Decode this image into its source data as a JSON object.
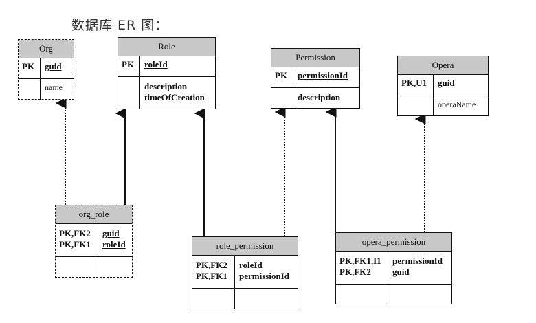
{
  "title": "数据库 ER 图：",
  "entities": {
    "org": {
      "name": "Org",
      "key_label": "PK",
      "key_field": "guid",
      "attr": "name"
    },
    "role": {
      "name": "Role",
      "key_label": "PK",
      "key_field": "roleId",
      "attr1": "description",
      "attr2": "timeOfCreation"
    },
    "permission": {
      "name": "Permission",
      "key_label": "PK",
      "key_field": "permissionId",
      "attr": "description"
    },
    "opera": {
      "name": "Opera",
      "key_label": "PK,U1",
      "key_field": "guid",
      "attr": "operaName"
    },
    "org_role": {
      "name": "org_role",
      "key_label1": "PK,FK2",
      "key_label2": "PK,FK1",
      "field1": "guid",
      "field2": "roleId"
    },
    "role_permission": {
      "name": "role_permission",
      "key_label1": "PK,FK2",
      "key_label2": "PK,FK1",
      "field1": "roleId",
      "field2": "permissionId"
    },
    "opera_permission": {
      "name": "opera_permission",
      "key_label1": "PK,FK1,I1",
      "key_label2": "PK,FK2",
      "field1": "permissionId",
      "field2": "guid"
    }
  },
  "relationships": [
    {
      "from": "org_role",
      "to": "Org"
    },
    {
      "from": "org_role",
      "to": "Role"
    },
    {
      "from": "role_permission",
      "to": "Role"
    },
    {
      "from": "role_permission",
      "to": "Permission"
    },
    {
      "from": "opera_permission",
      "to": "Permission"
    },
    {
      "from": "opera_permission",
      "to": "Opera"
    }
  ]
}
